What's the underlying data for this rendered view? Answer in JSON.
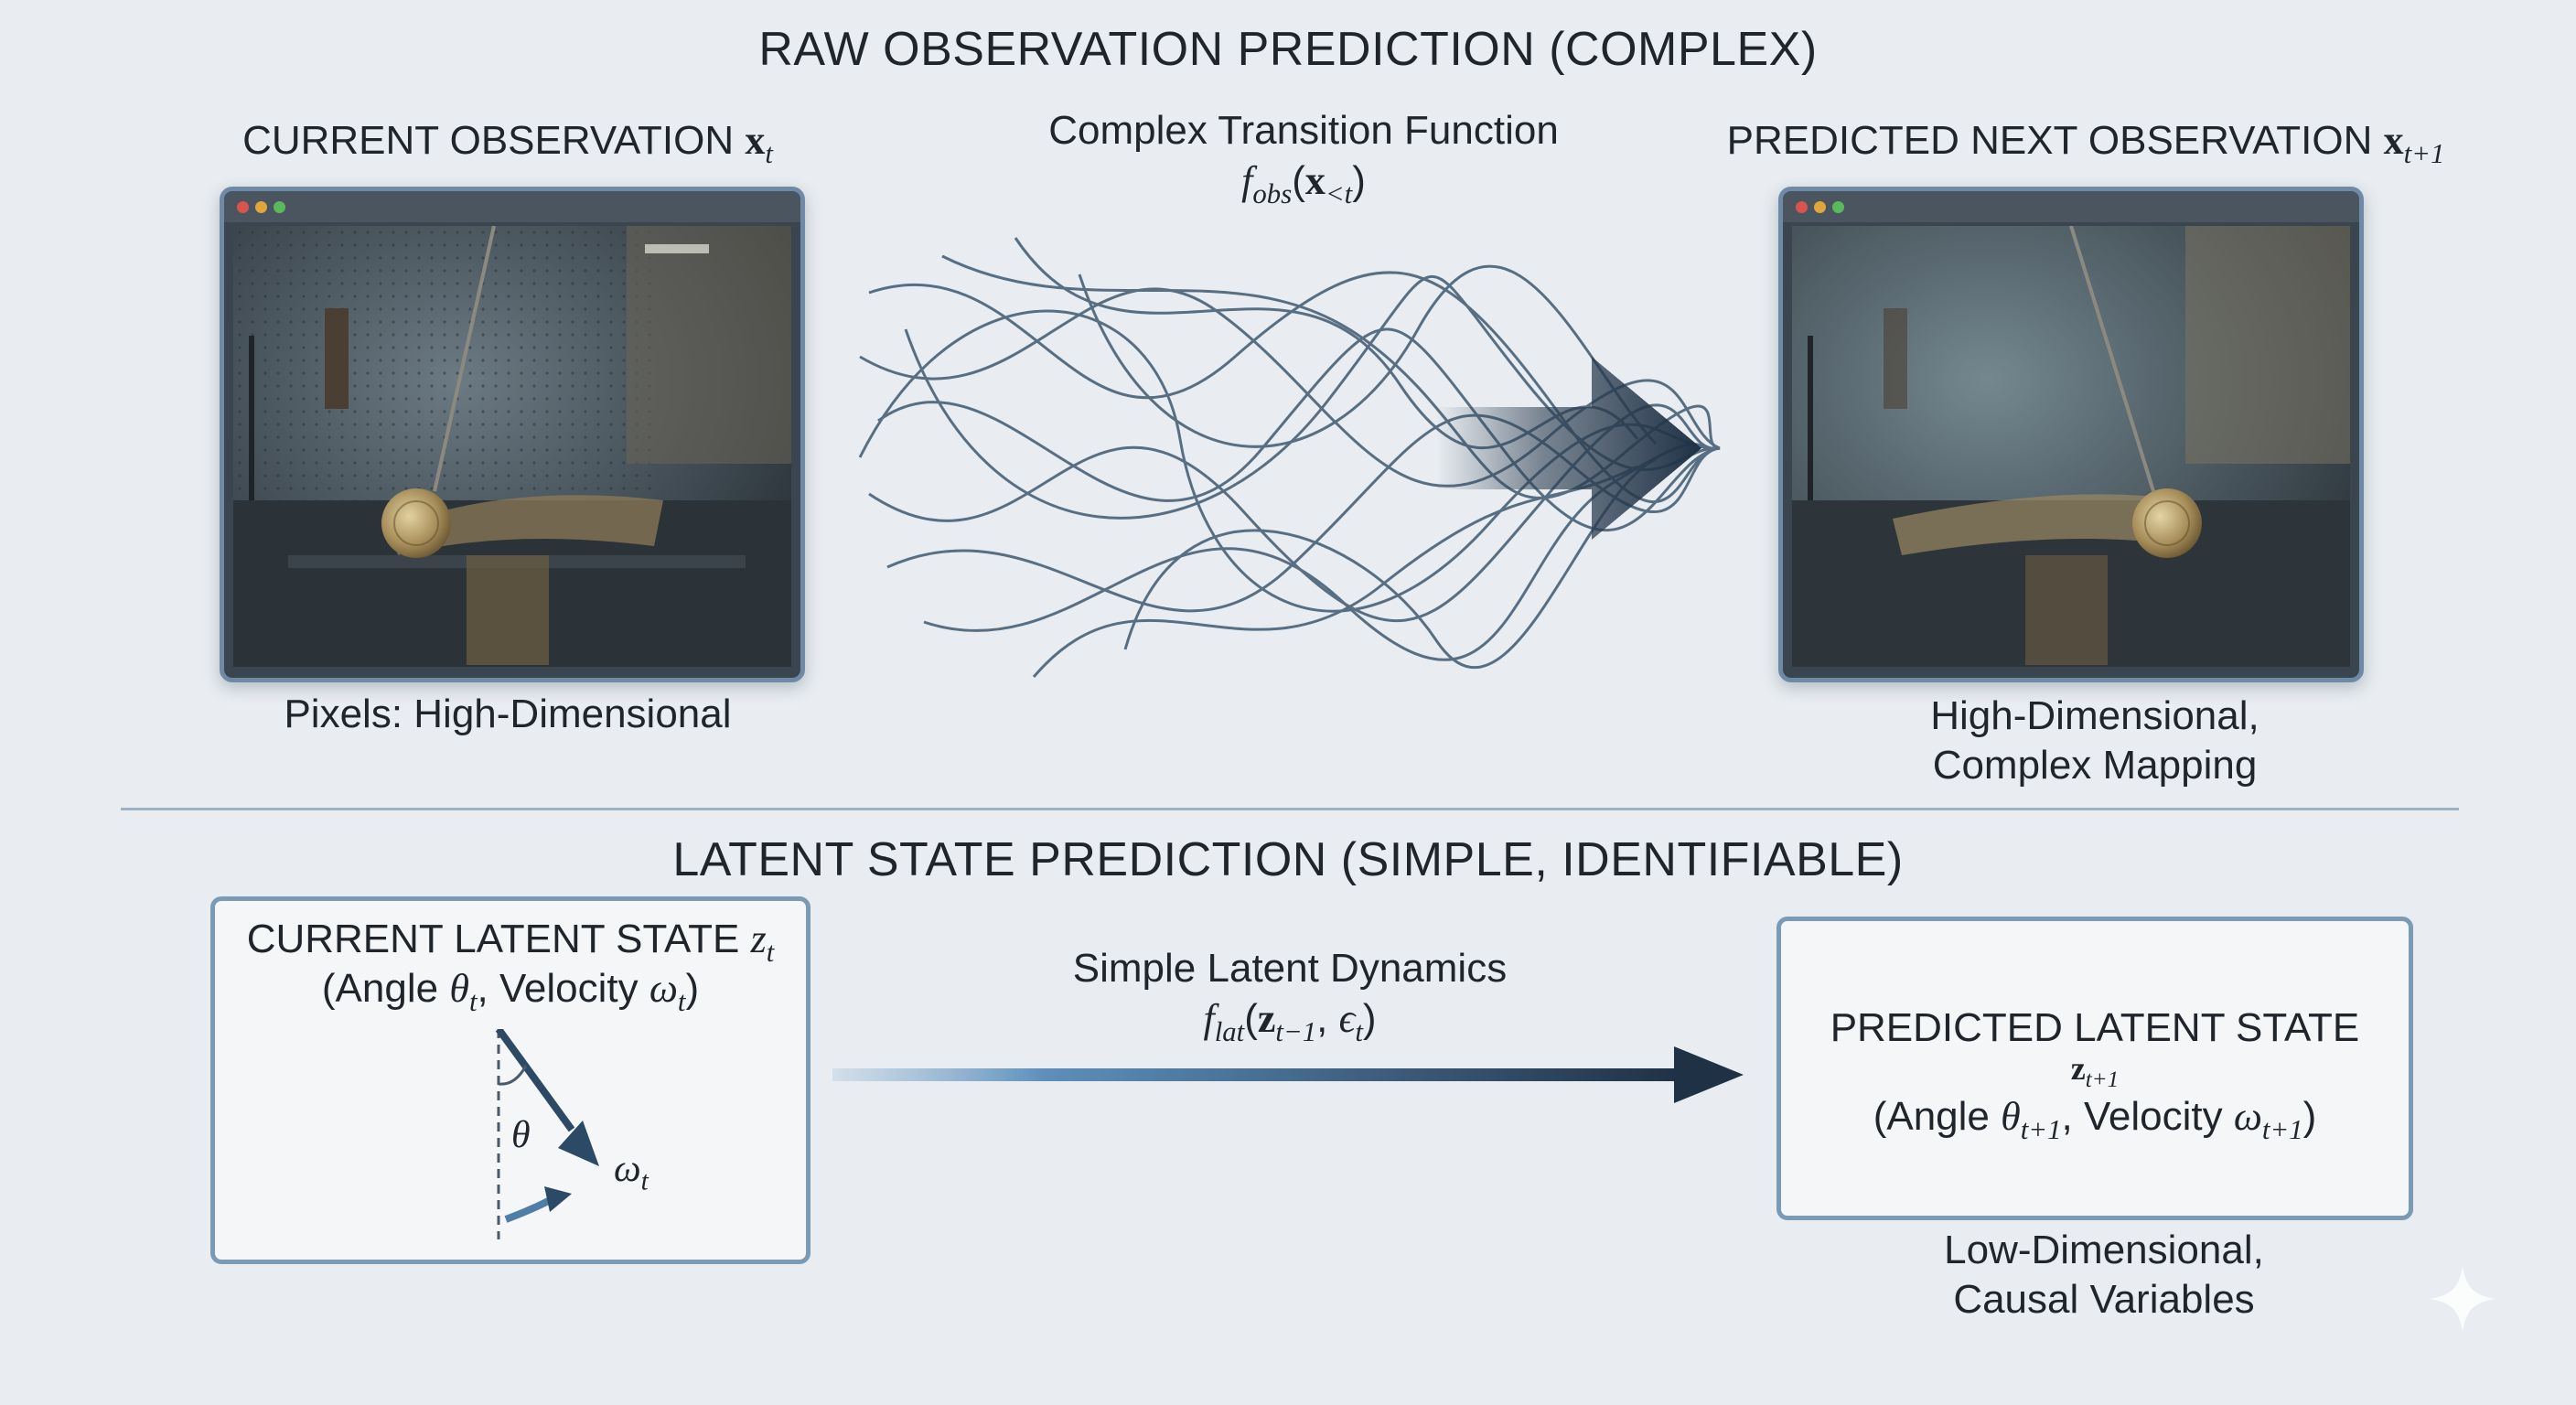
{
  "top": {
    "title": "RAW OBSERVATION PREDICTION (COMPLEX)",
    "current_obs_label": "CURRENT OBSERVATION",
    "current_obs_symbol": "x",
    "current_obs_sub": "t",
    "transition_label": "Complex Transition Function",
    "transition_fn": "f",
    "transition_fn_sub": "obs",
    "transition_arg": "x",
    "transition_arg_sub": "<t",
    "predicted_obs_label": "PREDICTED NEXT OBSERVATION",
    "predicted_obs_symbol": "x",
    "predicted_obs_sub": "t+1",
    "current_caption": "Pixels: High-Dimensional",
    "predicted_caption_line1": "High-Dimensional,",
    "predicted_caption_line2": "Complex Mapping"
  },
  "bottom": {
    "title": "LATENT STATE PREDICTION (SIMPLE, IDENTIFIABLE)",
    "current_state_label": "CURRENT LATENT STATE",
    "current_state_symbol": "z",
    "current_state_sub": "t",
    "current_state_detail_a": "(Angle ",
    "current_state_theta": "θ",
    "current_state_theta_sub": "t",
    "current_state_detail_b": ", Velocity ",
    "current_state_omega": "ω",
    "current_state_omega_sub": "t",
    "current_state_detail_c": ")",
    "angle_symbol": "θ",
    "velocity_symbol": "ω",
    "velocity_sub": "t",
    "dynamics_label": "Simple Latent Dynamics",
    "dynamics_fn": "f",
    "dynamics_fn_sub": "lat",
    "dynamics_arg1": "z",
    "dynamics_arg1_sub": "t−1",
    "dynamics_arg2": "ϵ",
    "dynamics_arg2_sub": "t",
    "predicted_state_label": "PREDICTED LATENT STATE",
    "predicted_state_symbol": "z",
    "predicted_state_sub": "t+1",
    "predicted_detail_a": "(Angle ",
    "predicted_theta": "θ",
    "predicted_theta_sub": "t+1",
    "predicted_detail_b": ", Velocity ",
    "predicted_omega": "ω",
    "predicted_omega_sub": "t+1",
    "predicted_detail_c": ")",
    "predicted_caption_line1": "Low-Dimensional,",
    "predicted_caption_line2": "Causal Variables"
  },
  "colors": {
    "background": "#e9edf1",
    "accent_dark": "#2c3e52",
    "accent_light": "#7a9ab5",
    "window_dot_red": "#d9534f",
    "window_dot_yellow": "#e0a63b",
    "window_dot_green": "#5cb85c"
  }
}
